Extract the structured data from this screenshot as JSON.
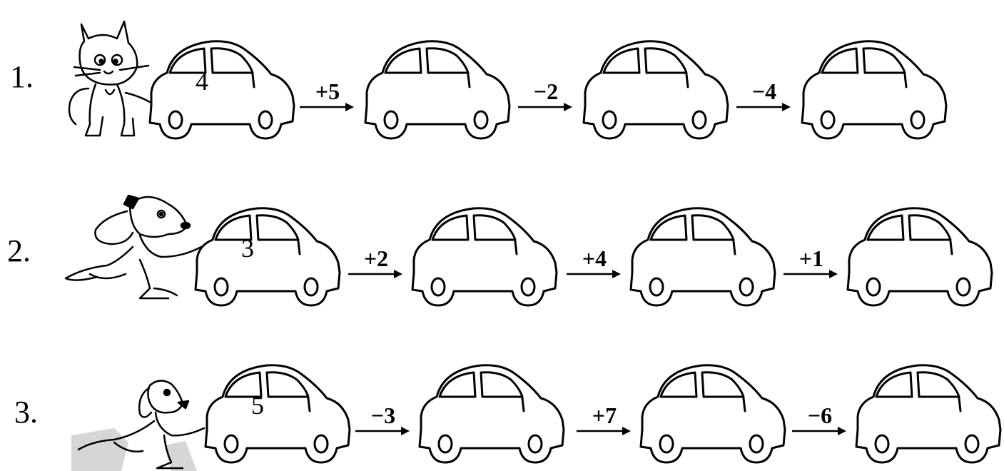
{
  "tasks": [
    {
      "number": "1.",
      "character": "cat-icon",
      "start_value": "4",
      "operations": [
        "+5",
        "−2",
        "−4"
      ]
    },
    {
      "number": "2.",
      "character": "dog-icon",
      "start_value": "3",
      "operations": [
        "+2",
        "+4",
        "+1"
      ]
    },
    {
      "number": "3.",
      "character": "puppy-icon",
      "start_value": "5",
      "operations": [
        "−3",
        "+7",
        "−6"
      ]
    }
  ]
}
